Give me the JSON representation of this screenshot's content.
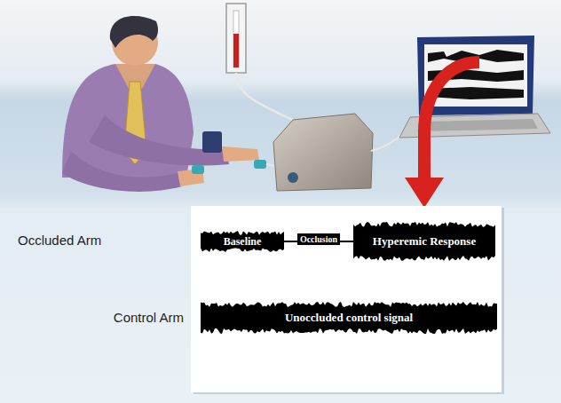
{
  "diagram": {
    "nodes": [
      {
        "text": [
          "Baseline"
        ]
      },
      {
        "text": [
          "Hyperemic Response"
        ]
      },
      {
        "text": [
          "Unoccluded control signal"
        ]
      }
    ],
    "edges": [
      {
        "from": 0,
        "to": 1,
        "label": "Occlusion",
        "arrow": "none"
      }
    ],
    "labels": [
      "Occluded Arm",
      "Control Arm"
    ]
  }
}
